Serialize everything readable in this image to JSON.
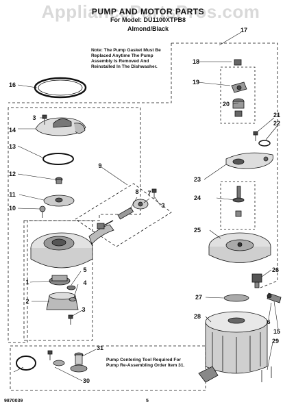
{
  "header": {
    "watermark": "AppliancePartsPros.com",
    "title": "PUMP AND MOTOR PARTS",
    "model": "For Model: DU1100XTPB8",
    "color": "Almond/Black"
  },
  "notes": {
    "gasket": "Note: The Pump Gasket Must Be Replaced Anytime The Pump Assembly Is Removed And Reinstalled In The Dishwasher.",
    "centering": "Pump Centering Tool Required For Pump Re-Assembling Order Item 31."
  },
  "footer": {
    "code": "9870039",
    "page": "5"
  },
  "callouts": [
    "17",
    "16",
    "18",
    "19",
    "20",
    "3",
    "21",
    "22",
    "14",
    "13",
    "9",
    "23",
    "12",
    "8",
    "7",
    "11",
    "3",
    "24",
    "10",
    "25",
    "5",
    "26",
    "1",
    "4",
    "27",
    "2",
    "6",
    "3",
    "15",
    "28",
    "31",
    "29",
    "30"
  ],
  "colors": {
    "ink": "#111111",
    "shade": "#8a8a8a",
    "dark": "#333333",
    "watermark": "#9a9a9a"
  }
}
